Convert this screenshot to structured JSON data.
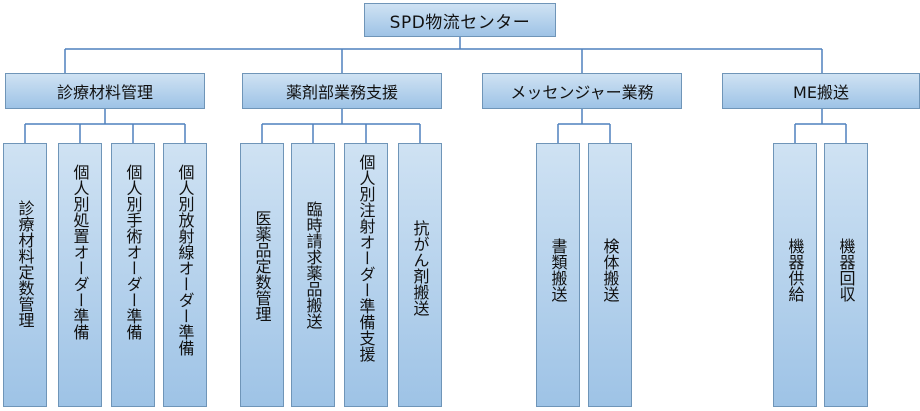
{
  "root": {
    "label": "SPD物流センター"
  },
  "categories": [
    {
      "label": "診療材料管理",
      "items": [
        "診療材料定数管理",
        "個人別処置オーダー準備",
        "個人別手術オーダー準備",
        "個人別放射線オーダー準備"
      ]
    },
    {
      "label": "薬剤部業務支援",
      "items": [
        "医薬品定数管理",
        "臨時請求薬品搬送",
        "個人別注射オーダー準備支援",
        "抗がん剤搬送"
      ]
    },
    {
      "label": "メッセンジャー業務",
      "items": [
        "書類搬送",
        "検体搬送"
      ]
    },
    {
      "label": "ME搬送",
      "items": [
        "機器供給",
        "機器回収"
      ]
    }
  ]
}
